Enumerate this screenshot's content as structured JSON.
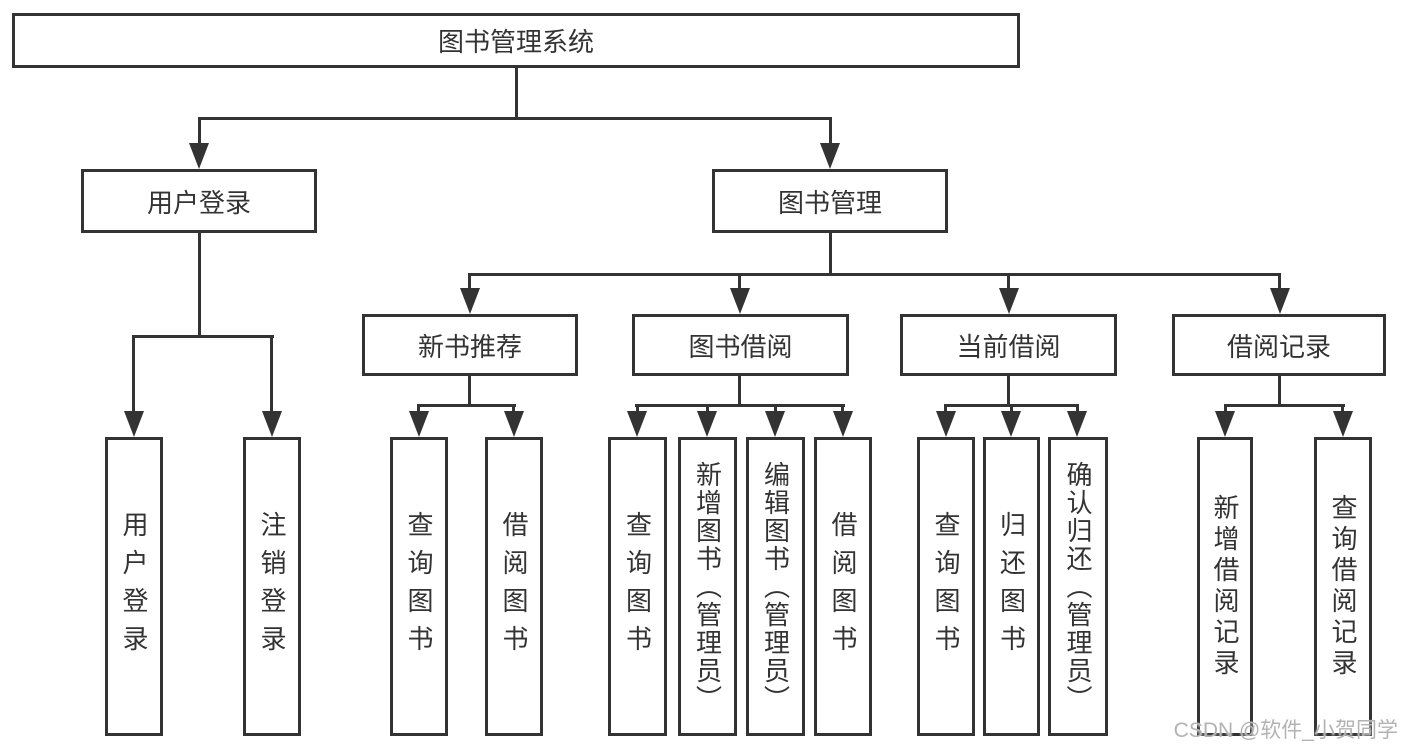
{
  "colors": {
    "line": "#333333",
    "text": "#333333",
    "watermark": "#b3b3b3",
    "background": "#ffffff"
  },
  "watermark": {
    "text": "CSDN @软件_小贺同学"
  },
  "tree": {
    "label": "图书管理系统",
    "children": [
      {
        "label": "用户登录",
        "children": [
          {
            "label": "用户登录"
          },
          {
            "label": "注销登录"
          }
        ]
      },
      {
        "label": "图书管理",
        "children": [
          {
            "label": "新书推荐",
            "children": [
              {
                "label": "查询图书"
              },
              {
                "label": "借阅图书"
              }
            ]
          },
          {
            "label": "图书借阅",
            "children": [
              {
                "label": "查询图书"
              },
              {
                "label": "新增图书（管理员）"
              },
              {
                "label": "编辑图书（管理员）"
              },
              {
                "label": "借阅图书"
              }
            ]
          },
          {
            "label": "当前借阅",
            "children": [
              {
                "label": "查询图书"
              },
              {
                "label": "归还图书"
              },
              {
                "label": "确认归还（管理员）"
              }
            ]
          },
          {
            "label": "借阅记录",
            "children": [
              {
                "label": "新增借阅记录"
              },
              {
                "label": "查询借阅记录"
              }
            ]
          }
        ]
      }
    ]
  }
}
